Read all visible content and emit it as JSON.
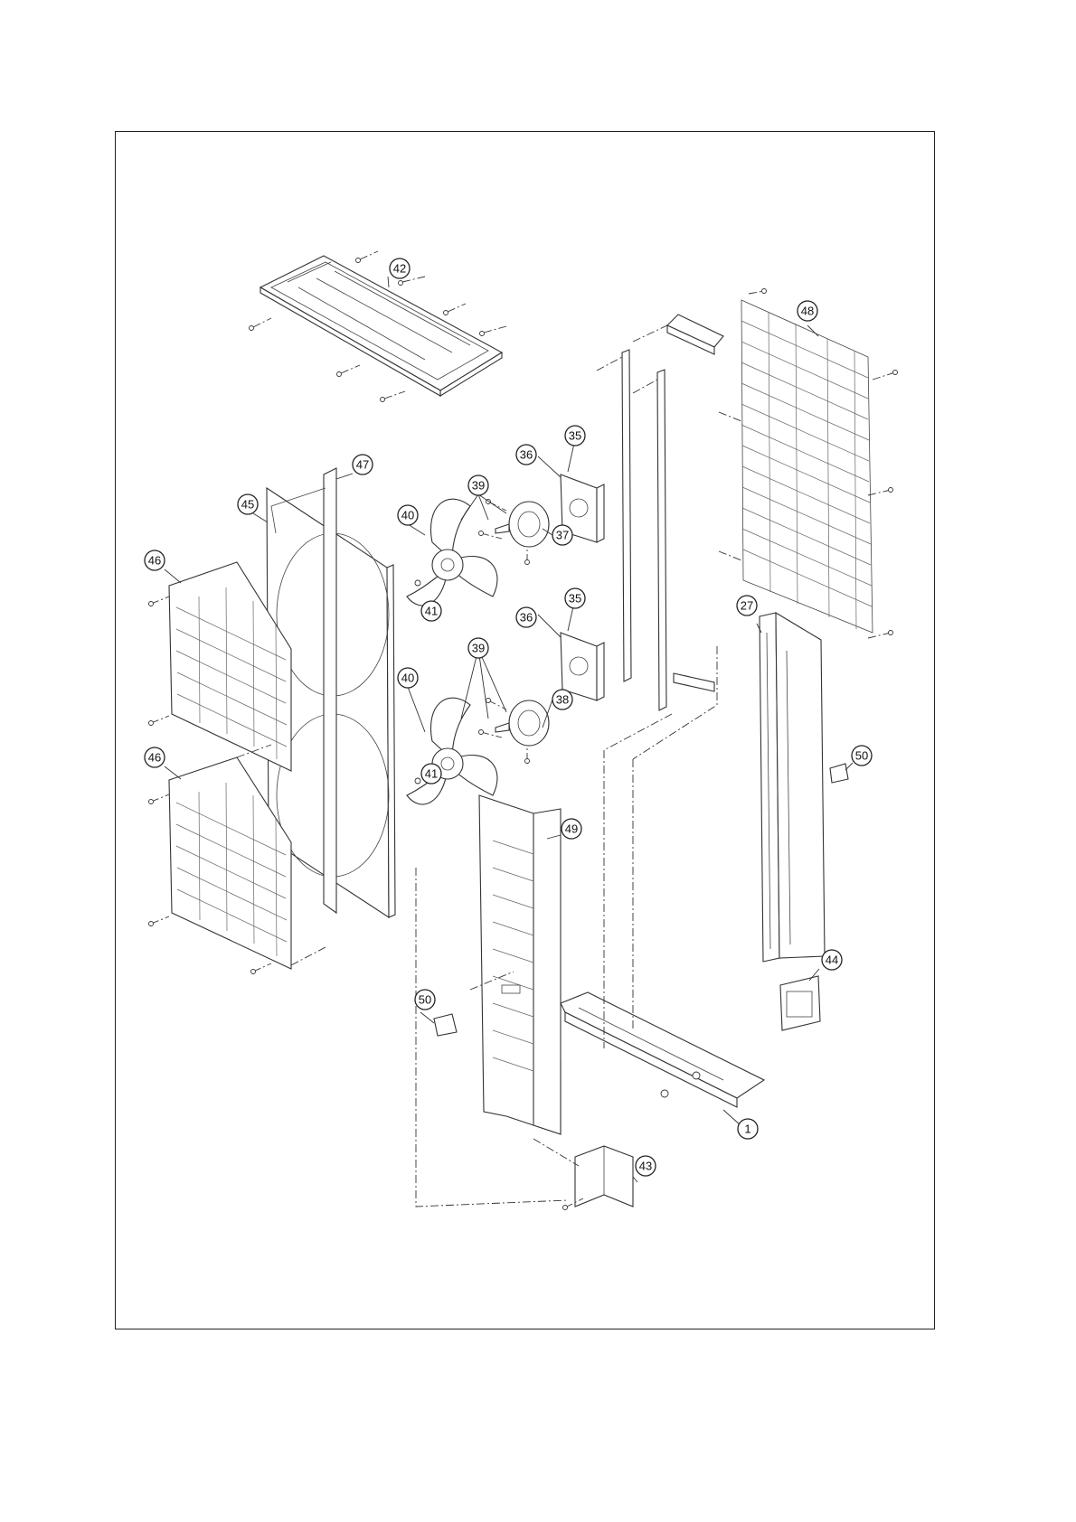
{
  "diagram": {
    "frame_stroke": "#222222",
    "line_color": "#333333",
    "callouts": [
      {
        "id": "c42",
        "label": "42"
      },
      {
        "id": "c48",
        "label": "48"
      },
      {
        "id": "c47",
        "label": "47"
      },
      {
        "id": "c45",
        "label": "45"
      },
      {
        "id": "c46a",
        "label": "46"
      },
      {
        "id": "c46b",
        "label": "46"
      },
      {
        "id": "c40a",
        "label": "40"
      },
      {
        "id": "c40b",
        "label": "40"
      },
      {
        "id": "c41a",
        "label": "41"
      },
      {
        "id": "c41b",
        "label": "41"
      },
      {
        "id": "c39a",
        "label": "39"
      },
      {
        "id": "c39b",
        "label": "39"
      },
      {
        "id": "c36a",
        "label": "36"
      },
      {
        "id": "c36b",
        "label": "36"
      },
      {
        "id": "c35a",
        "label": "35"
      },
      {
        "id": "c35b",
        "label": "35"
      },
      {
        "id": "c37",
        "label": "37"
      },
      {
        "id": "c38",
        "label": "38"
      },
      {
        "id": "c27",
        "label": "27"
      },
      {
        "id": "c50a",
        "label": "50"
      },
      {
        "id": "c50b",
        "label": "50"
      },
      {
        "id": "c49",
        "label": "49"
      },
      {
        "id": "c44",
        "label": "44"
      },
      {
        "id": "c1",
        "label": "1"
      },
      {
        "id": "c43",
        "label": "43"
      }
    ]
  }
}
